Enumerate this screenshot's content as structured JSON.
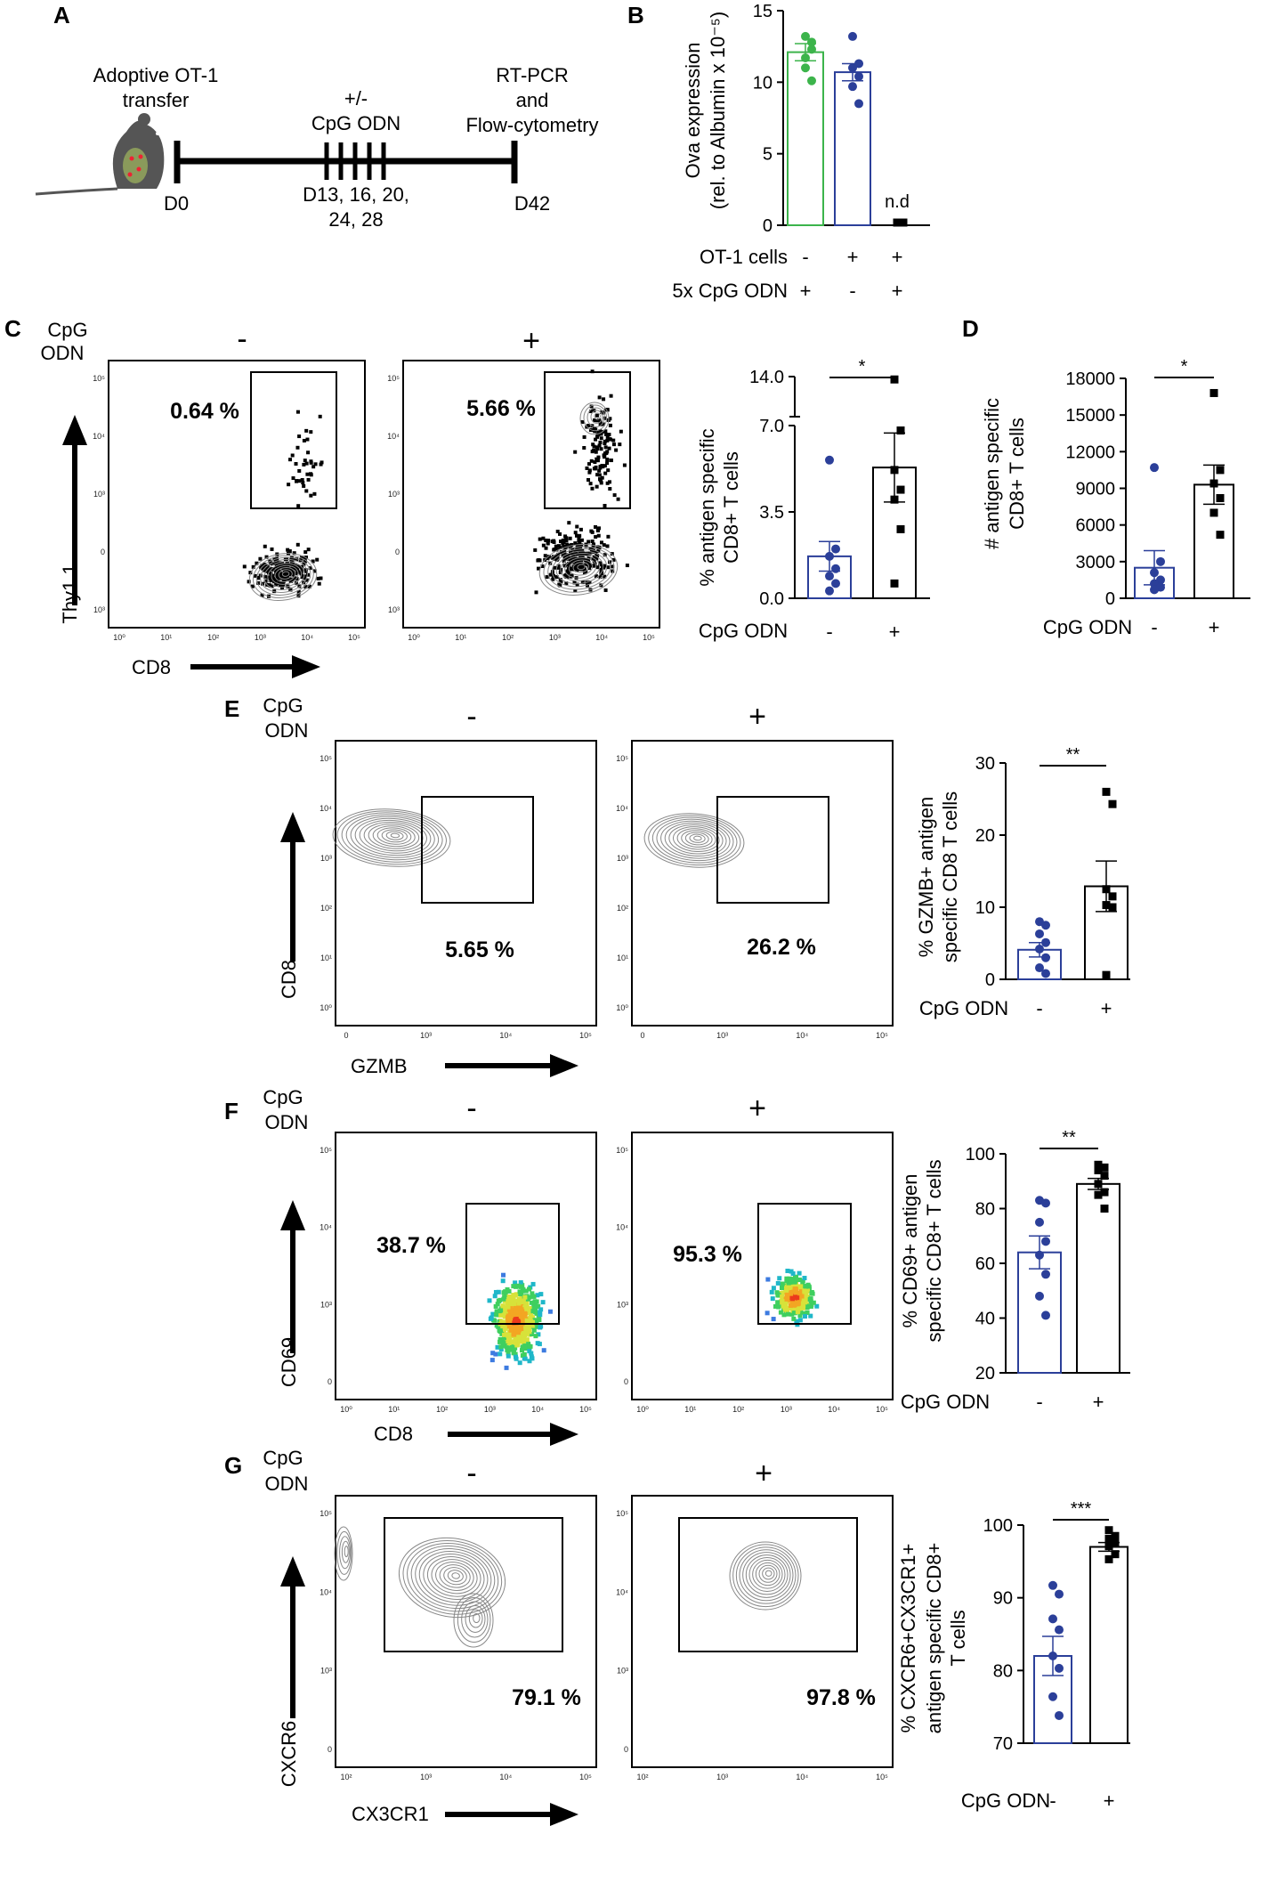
{
  "panel_a": {
    "letter": "A",
    "transfer_label": [
      "Adoptive OT-1",
      "transfer"
    ],
    "treatment_label": [
      "+/-",
      "CpG ODN"
    ],
    "readout_label": [
      "RT-PCR",
      "and",
      "Flow-cytometry"
    ],
    "start_day": "D0",
    "end_day": "D42",
    "injection_days": [
      "D13, 16, 20,",
      "24, 28"
    ],
    "injection_count": 5
  },
  "panel_c": {
    "letter": "C",
    "cpg_label": [
      "CpG",
      "ODN"
    ],
    "minus": "-",
    "plus": "+",
    "gate_minus": "0.64 %",
    "gate_plus": "5.66 %",
    "x_marker": "CD8",
    "y_marker": "Thy1.1",
    "ticks_y": [
      "10⁵",
      "10⁴",
      "10³",
      "0",
      "10³"
    ],
    "ticks_x": [
      "10⁰",
      "10¹",
      "10²",
      "10³",
      "10⁴",
      "10⁵"
    ]
  },
  "panel_d": {
    "letter": "D"
  },
  "panel_e": {
    "letter": "E",
    "cpg_label": [
      "CpG",
      "ODN"
    ],
    "minus": "-",
    "plus": "+",
    "gate_minus": "5.65 %",
    "gate_plus": "26.2 %",
    "x_marker": "GZMB",
    "y_marker": "CD8",
    "ticks_y": [
      "10⁵",
      "10⁴",
      "10³",
      "10²",
      "10¹",
      "10⁰"
    ],
    "ticks_x": [
      "0",
      "10³",
      "10⁴",
      "10⁵"
    ]
  },
  "panel_f": {
    "letter": "F",
    "cpg_label": [
      "CpG",
      "ODN"
    ],
    "minus": "-",
    "plus": "+",
    "gate_minus": "38.7 %",
    "gate_plus": "95.3 %",
    "x_marker": "CD8",
    "y_marker": "CD69",
    "ticks_y": [
      "10⁵",
      "10⁴",
      "10³",
      "0"
    ],
    "ticks_x": [
      "10⁰",
      "10¹",
      "10²",
      "10³",
      "10⁴",
      "10⁵"
    ]
  },
  "panel_g": {
    "letter": "G",
    "cpg_label": [
      "CpG",
      "ODN"
    ],
    "minus": "-",
    "plus": "+",
    "gate_minus": "79.1 %",
    "gate_plus": "97.8 %",
    "x_marker": "CX3CR1",
    "y_marker": "CXCR6",
    "ticks_y": [
      "10⁵",
      "10⁴",
      "10³",
      "0"
    ],
    "ticks_x": [
      "10²",
      "10³",
      "10⁴",
      "10⁵"
    ]
  },
  "colors": {
    "green": "#3cb44b",
    "blue": "#2b3f99",
    "black": "#000000",
    "contour": "#888888"
  },
  "chart_data": [
    {
      "id": "B",
      "type": "bar",
      "panel_letter": "B",
      "ylabel": [
        "Ova expression",
        "(rel. to Albumin x 10⁻⁵)"
      ],
      "ylim": [
        0,
        15
      ],
      "yticks": [
        0,
        5,
        10,
        15
      ],
      "condition_rows": [
        {
          "label": "OT-1 cells",
          "values": [
            "-",
            "+",
            "+"
          ]
        },
        {
          "label": "5x CpG ODN",
          "values": [
            "+",
            "-",
            "+"
          ]
        }
      ],
      "bars": [
        {
          "value": 12.1,
          "sem": 0.6,
          "color": "#3cb44b",
          "points": [
            13.2,
            12.8,
            11.7,
            12.3,
            11.0,
            10.1
          ]
        },
        {
          "value": 10.7,
          "sem": 0.6,
          "color": "#2b3f99",
          "points": [
            13.2,
            11.3,
            11.0,
            10.4,
            9.7,
            8.5
          ]
        },
        {
          "value": 0,
          "sem": 0,
          "color": "#000000",
          "points": [
            0,
            0,
            0,
            0
          ],
          "annotation": "n.d"
        }
      ]
    },
    {
      "id": "C",
      "type": "bar",
      "ylabel": [
        "% antigen specific",
        "CD8+ T  cells"
      ],
      "yticks": [
        "0.0",
        "3.5",
        "7.0",
        "14.0"
      ],
      "axis_break": true,
      "xlabel": "CpG ODN",
      "categories": [
        "-",
        "+"
      ],
      "significance": "*",
      "bars": [
        {
          "value": 1.7,
          "sem": 0.6,
          "color": "#2b3f99",
          "points": [
            5.6,
            2.0,
            1.7,
            1.2,
            0.9,
            0.6,
            0.3
          ]
        },
        {
          "value": 5.3,
          "sem": 1.4,
          "color": "#000000",
          "points": [
            13.5,
            6.8,
            5.2,
            4.4,
            4.0,
            2.8,
            0.6
          ]
        }
      ]
    },
    {
      "id": "D",
      "type": "bar",
      "ylabel": [
        "# antigen specific",
        "CD8+ T cells"
      ],
      "ylim": [
        0,
        18000
      ],
      "yticks": [
        0,
        3000,
        6000,
        9000,
        12000,
        15000,
        18000
      ],
      "xlabel": "CpG ODN",
      "categories": [
        "-",
        "+"
      ],
      "significance": "*",
      "bars": [
        {
          "value": 2500,
          "sem": 1400,
          "color": "#2b3f99",
          "points": [
            10700,
            3000,
            2100,
            1500,
            1200,
            900,
            700
          ]
        },
        {
          "value": 9300,
          "sem": 1600,
          "color": "#000000",
          "points": [
            16800,
            10500,
            9400,
            8200,
            7000,
            5200
          ]
        }
      ]
    },
    {
      "id": "E",
      "type": "bar",
      "ylabel": [
        "% GZMB+ antigen",
        "specific CD8 T cells"
      ],
      "ylim": [
        0,
        30
      ],
      "yticks": [
        0,
        10,
        20,
        30
      ],
      "xlabel": "CpG ODN",
      "categories": [
        "-",
        "+"
      ],
      "significance": "**",
      "bars": [
        {
          "value": 4.1,
          "sem": 1.0,
          "color": "#2b3f99",
          "points": [
            8.0,
            7.5,
            6.3,
            5.1,
            4.2,
            3.0,
            1.6,
            0.8
          ]
        },
        {
          "value": 12.9,
          "sem": 3.5,
          "color": "#000000",
          "points": [
            26.0,
            24.3,
            12.5,
            11.5,
            10.3,
            10.0,
            0.6
          ]
        }
      ]
    },
    {
      "id": "F",
      "type": "bar",
      "ylabel": [
        "% CD69+ antigen",
        "specific CD8+ T cells"
      ],
      "ylim": [
        20,
        100
      ],
      "yticks": [
        20,
        40,
        60,
        80,
        100
      ],
      "xlabel": "CpG ODN",
      "categories": [
        "-",
        "+"
      ],
      "significance": "**",
      "bars": [
        {
          "value": 64,
          "sem": 6,
          "color": "#2b3f99",
          "points": [
            83,
            82,
            75,
            68,
            63,
            56,
            48,
            41
          ]
        },
        {
          "value": 89,
          "sem": 2,
          "color": "#000000",
          "points": [
            96,
            95,
            94,
            92,
            89,
            86,
            85,
            80
          ]
        }
      ]
    },
    {
      "id": "G",
      "type": "bar",
      "ylabel": [
        "% CXCR6+CX3CR1+",
        "antigen specific CD8+",
        "T cells"
      ],
      "ylim": [
        70,
        100
      ],
      "yticks": [
        70,
        80,
        90,
        100
      ],
      "xlabel": "CpG ODN",
      "categories": [
        "-",
        "+"
      ],
      "significance": "***",
      "bars": [
        {
          "value": 82,
          "sem": 2.7,
          "color": "#2b3f99",
          "points": [
            91.7,
            90.5,
            87.1,
            85.6,
            82.0,
            80.3,
            76.4,
            73.8
          ]
        },
        {
          "value": 97,
          "sem": 0.6,
          "color": "#000000",
          "points": [
            99.3,
            98.5,
            98.1,
            97.6,
            97.1,
            96.0,
            95.3
          ]
        }
      ]
    }
  ]
}
